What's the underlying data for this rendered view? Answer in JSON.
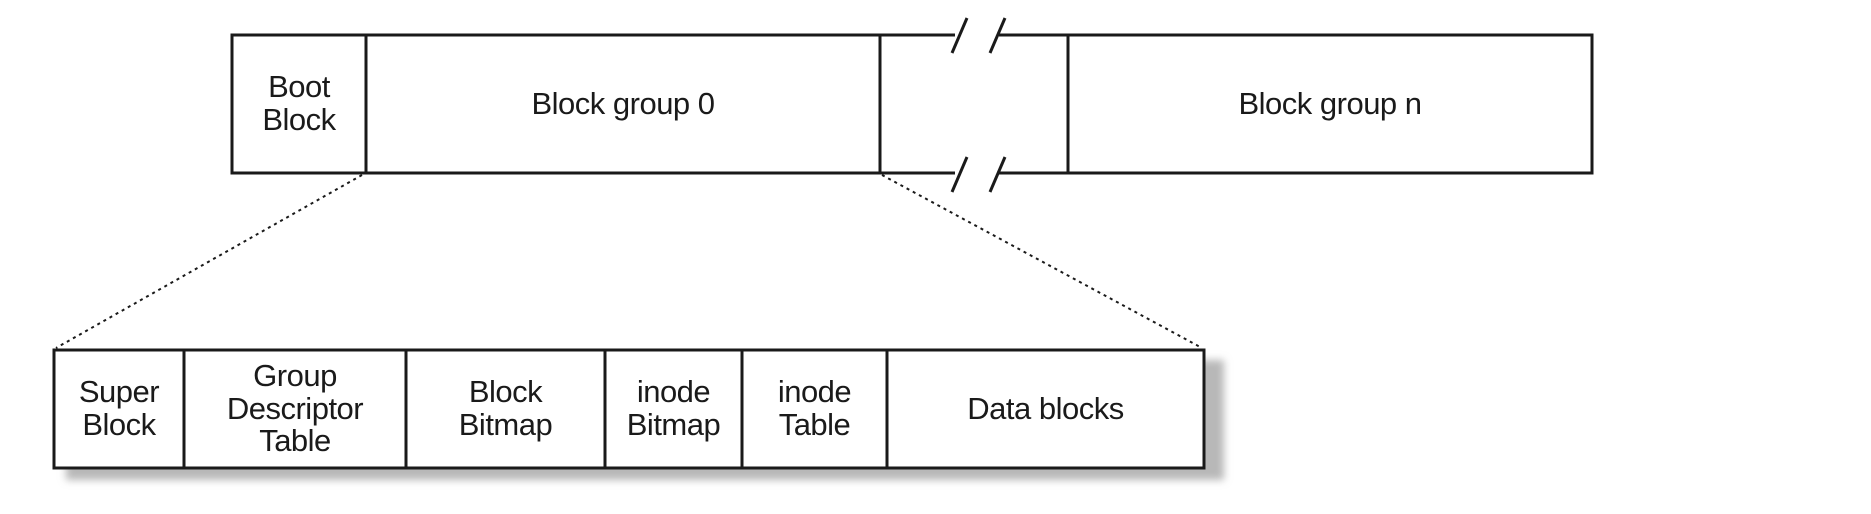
{
  "disk_layout": {
    "boot_block": "Boot\nBlock",
    "block_group_0": "Block group 0",
    "block_group_n": "Block group n"
  },
  "block_group_detail": {
    "super_block": "Super\nBlock",
    "group_descriptor_table": "Group\nDescriptor\nTable",
    "block_bitmap": "Block\nBitmap",
    "inode_bitmap": "inode\nBitmap",
    "inode_table": "inode\nTable",
    "data_blocks": "Data blocks"
  },
  "colors": {
    "line": "#1a1a1a",
    "shadow": "#b8b8b8",
    "background": "#ffffff"
  }
}
